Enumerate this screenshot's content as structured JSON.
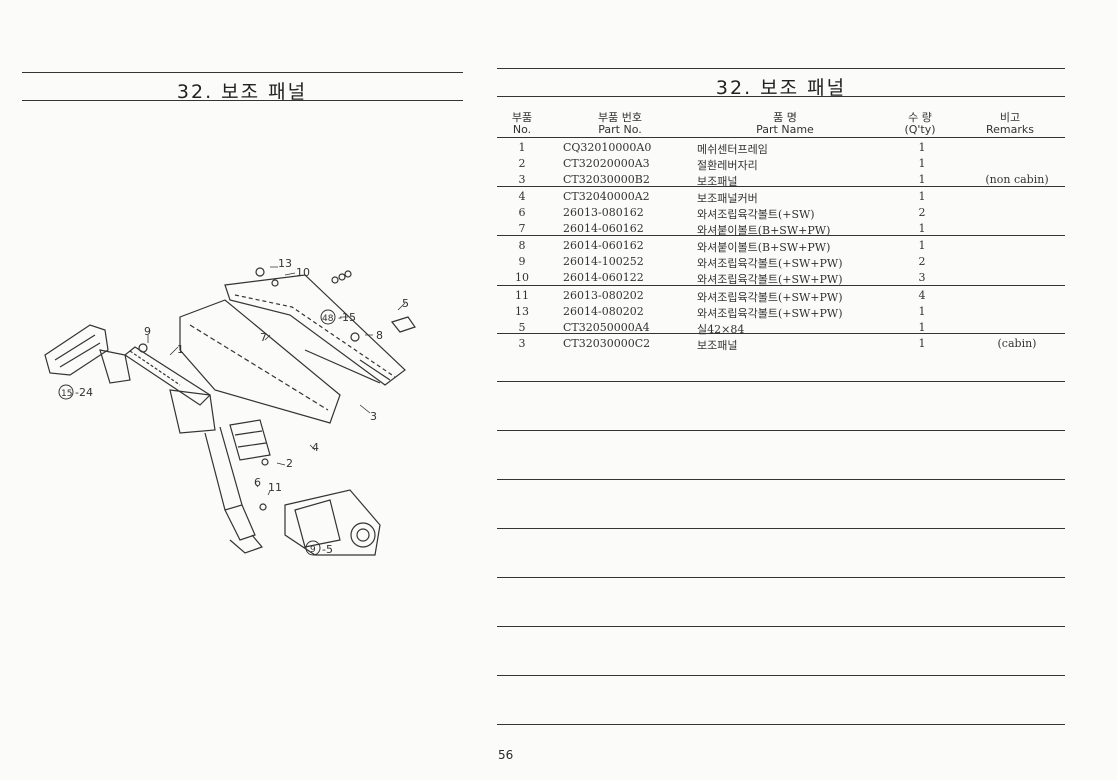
{
  "left_title": "32. 보조 패널",
  "right_title": "32. 보조 패널",
  "headers": {
    "no": [
      "부품",
      "No."
    ],
    "part": [
      "부품 번호",
      "Part No."
    ],
    "name": [
      "품 명",
      "Part Name"
    ],
    "qty": [
      "수 량",
      "(Q'ty)"
    ],
    "remarks": [
      "비고",
      "Remarks"
    ]
  },
  "rows": [
    {
      "no": "1",
      "part": "CQ32010000A0",
      "name": "메쉬센터프레임",
      "qty": "1",
      "remarks": ""
    },
    {
      "no": "2",
      "part": "CT32020000A3",
      "name": "절환레버자리",
      "qty": "1",
      "remarks": ""
    },
    {
      "no": "3",
      "part": "CT32030000B2",
      "name": "보조패널",
      "qty": "1",
      "remarks": "(non cabin)"
    },
    {
      "no": "4",
      "part": "CT32040000A2",
      "name": "보조패널커버",
      "qty": "1",
      "remarks": ""
    },
    {
      "no": "6",
      "part": "26013-080162",
      "name": "와셔조립육각볼트(+SW)",
      "qty": "2",
      "remarks": ""
    },
    {
      "no": "7",
      "part": "26014-060162",
      "name": "와셔붙이볼트(B+SW+PW)",
      "qty": "1",
      "remarks": ""
    },
    {
      "no": "8",
      "part": "26014-060162",
      "name": "와셔붙이볼트(B+SW+PW)",
      "qty": "1",
      "remarks": ""
    },
    {
      "no": "9",
      "part": "26014-100252",
      "name": "와셔조립육각볼트(+SW+PW)",
      "qty": "2",
      "remarks": ""
    },
    {
      "no": "10",
      "part": "26014-060122",
      "name": "와셔조립육각볼트(+SW+PW)",
      "qty": "3",
      "remarks": ""
    },
    {
      "no": "11",
      "part": "26013-080202",
      "name": "와셔조립육각볼트(+SW+PW)",
      "qty": "4",
      "remarks": ""
    },
    {
      "no": "13",
      "part": "26014-080202",
      "name": "와셔조립육각볼트(+SW+PW)",
      "qty": "1",
      "remarks": ""
    },
    {
      "no": "5",
      "part": "CT32050000A4",
      "name": "실42×84",
      "qty": "1",
      "remarks": ""
    },
    {
      "no": "3",
      "part": "CT32030000C2",
      "name": "보조패널",
      "qty": "1",
      "remarks": "(cabin)"
    }
  ],
  "diagram_labels": {
    "l13": "13",
    "l10": "10",
    "l5": "5",
    "l48": "48",
    "l15": "-15",
    "l8": "8",
    "l9": "9",
    "l7": "7",
    "l1": "1",
    "l15b": "15",
    "l24": "-24",
    "l3": "3",
    "l4": "4",
    "l2": "2",
    "l6": "6",
    "l11": "11",
    "l9b": "9",
    "l5b": "-5"
  },
  "page_number": "56"
}
